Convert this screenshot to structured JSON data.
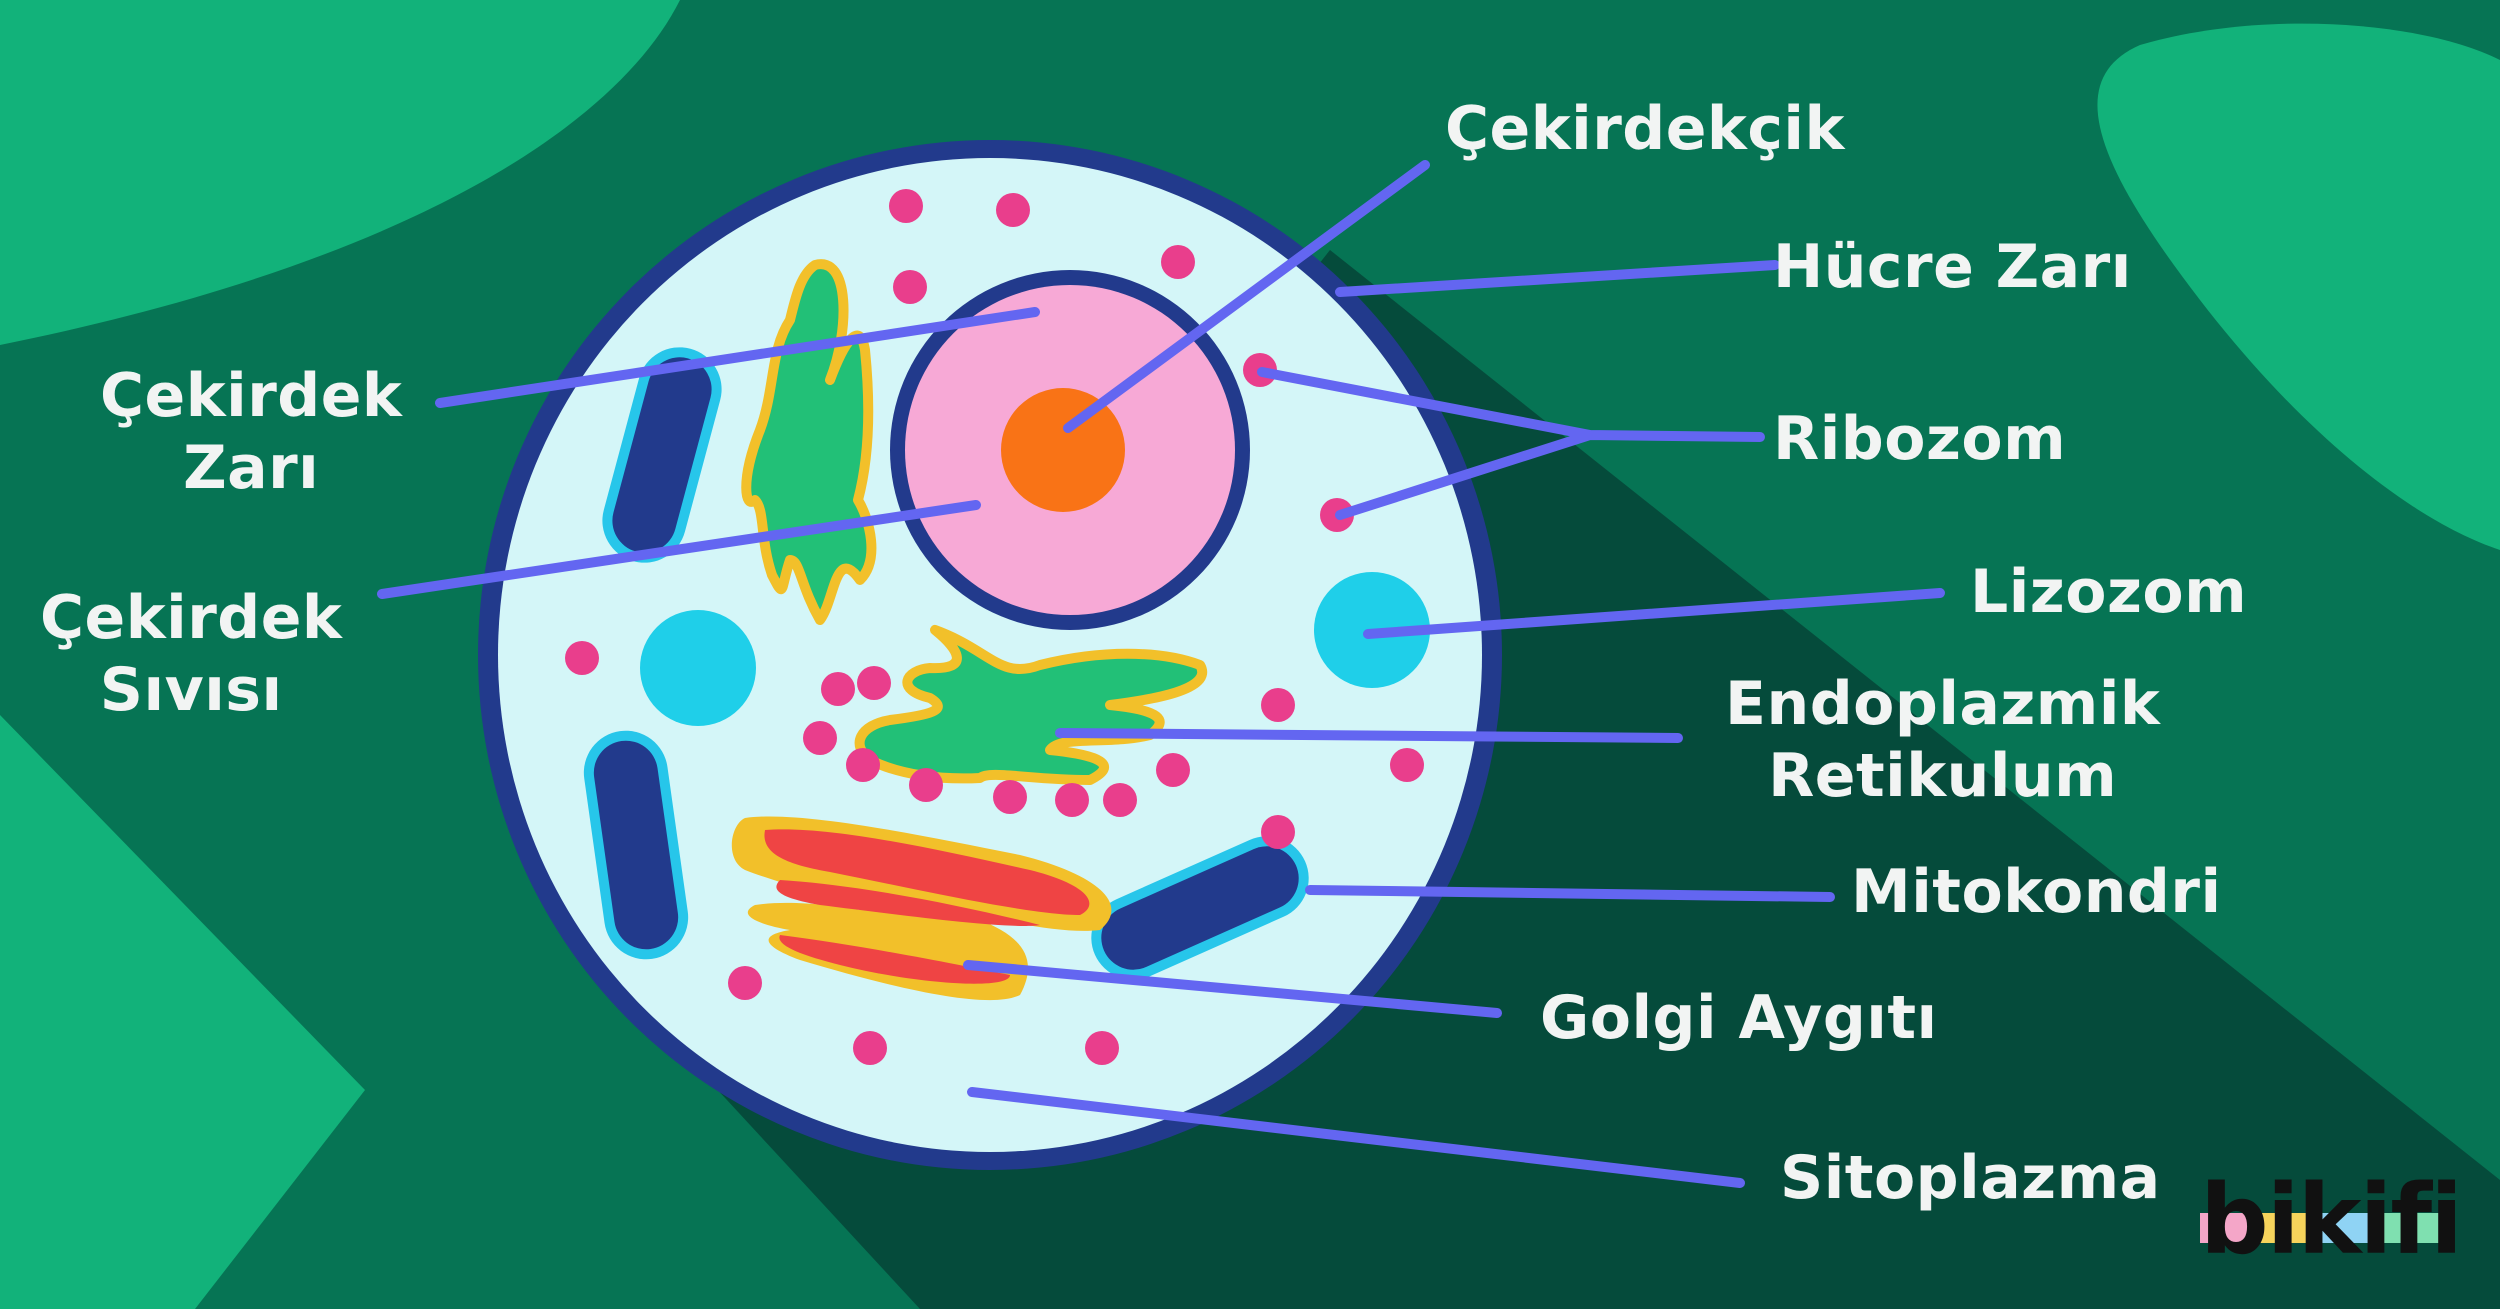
{
  "labels": {
    "nucleolus": "Çekirdekçik",
    "cell_membrane": "Hücre Zarı",
    "ribosome": "Ribozom",
    "lysosome": "Lizozom",
    "er_line1": "Endoplazmik",
    "er_line2": "Retikulum",
    "mitochondria": "Mitokondri",
    "golgi": "Golgi Aygıtı",
    "cytoplasm": "Sitoplazma",
    "nuclear_membrane_line1": "Çekirdek",
    "nuclear_membrane_line2": "Zarı",
    "nucleoplasm_line1": "Çekirdek",
    "nucleoplasm_line2": "Sıvısı"
  },
  "logo": {
    "text": "bikifi"
  },
  "colors": {
    "background": "#067454",
    "background_light": "#12b27a",
    "shadow": "#054b3b",
    "membrane": "#223a8c",
    "cytoplasm": "#d4f6f8",
    "nucleus": "#f7a9d6",
    "nucleolus": "#f97316",
    "ribosome": "#e93e8c",
    "lysosome": "#1fcfe9",
    "er_fill": "#22c077",
    "outline_yellow": "#f2c02a",
    "golgi_fill": "#ef4444",
    "mito_fill": "#223a8c",
    "mito_outline": "#27c6ea",
    "leader_line": "#6366f1",
    "label_text": "#f2f4f3"
  }
}
